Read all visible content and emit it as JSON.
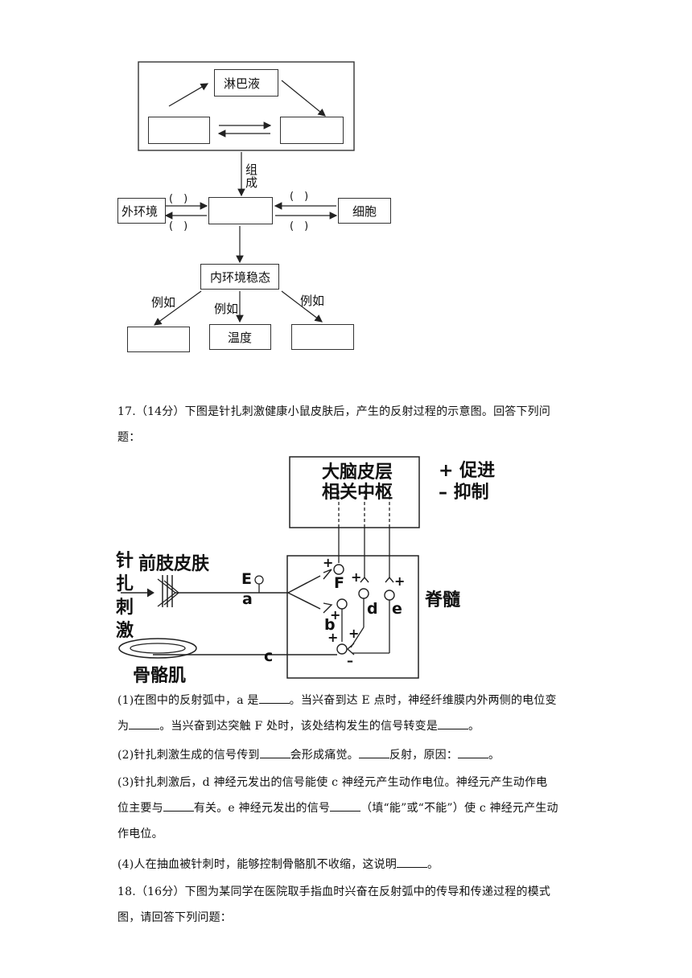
{
  "diagram1": {
    "lymph": "淋巴液",
    "zucheng": [
      "组",
      "成"
    ],
    "external": "外环境",
    "paren": "(　)",
    "cell": "细胞",
    "homeostasis": "内环境稳态",
    "example": "例如",
    "temperature": "温度"
  },
  "q17": {
    "intro_line1": "17.（14分）下图是针扎刺激健康小鼠皮肤后，产生的反射过程的示意图。回答下列问",
    "intro_line2": "题：",
    "items": [
      {
        "lines": [
          [
            "(1)在图中的反射弧中，a 是",
            "。当兴奋到达 E 点时，神经纤维膜内外两侧的电位变"
          ],
          [
            "为",
            "。当兴奋到达突触 F 处时，该处结构发生的信号转变是",
            "。"
          ]
        ]
      },
      {
        "lines": [
          [
            "(2)针扎刺激生成的信号传到",
            "会形成痛觉。",
            "反射，原因：",
            "。"
          ]
        ]
      },
      {
        "lines": [
          [
            "(3)针扎刺激后，d 神经元发出的信号能使 c 神经元产生动作电位。神经元产生动作电"
          ],
          [
            "位主要与",
            "有关。e 神经元发出的信号",
            "（填“能”或“不能”）使 c 神经元产生动"
          ],
          [
            "作电位。"
          ]
        ]
      },
      {
        "lines": [
          [
            "(4)人在抽血被针刺时，能够控制骨骼肌不收缩，这说明",
            "。"
          ]
        ]
      }
    ]
  },
  "diagram2": {
    "cortex_line1": "大脑皮层",
    "cortex_line2": "相关中枢",
    "legend_promote": "+ 促进",
    "legend_inhibit": "– 抑制",
    "stimulus_chars": [
      "针",
      "扎",
      "刺",
      "激"
    ],
    "skin": "前肢皮肤",
    "muscle": "骨骼肌",
    "spinal": "脊髓",
    "label_E": "E",
    "label_a": "a",
    "label_F": "F",
    "label_b": "b",
    "label_c": "c",
    "label_d": "d",
    "label_e": "e",
    "plus": "+",
    "minus": "–"
  },
  "q18": {
    "line1": "18.（16分）下图为某同学在医院取手指血时兴奋在反射弧中的传导和传递过程的模式",
    "line2": "图，请回答下列问题："
  }
}
